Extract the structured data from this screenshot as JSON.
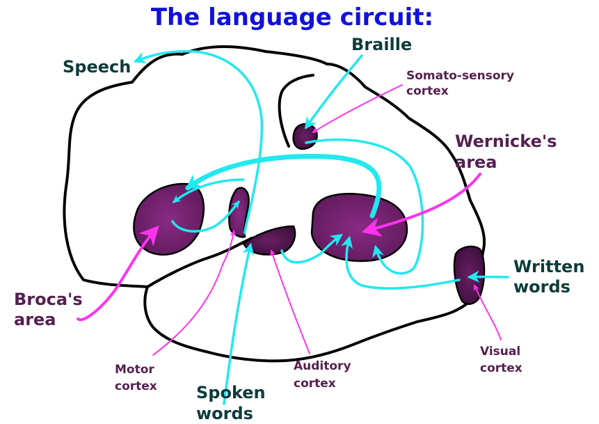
{
  "title": "The language circuit:",
  "labels": {
    "speech": "Speech",
    "braille": "Braille",
    "somato_sensory_line1": "Somato-sensory",
    "somato_sensory_line2": "cortex",
    "wernicke_line1": "Wernicke's",
    "wernicke_line2": "area",
    "broca_line1": "Broca's",
    "broca_line2": "area",
    "written_line1": "Written",
    "written_line2": "words",
    "motor_line1": "Motor",
    "motor_line2": "cortex",
    "spoken_line1": "Spoken",
    "spoken_line2": "words",
    "auditory_line1": "Auditory",
    "auditory_line2": "cortex",
    "visual_line1": "Visual",
    "visual_line2": "cortex"
  },
  "colors": {
    "title": "#1111dd",
    "dark_label": "#0e3b3b",
    "purple_label": "#55204f",
    "cyan_arrow": "#22e8f0",
    "magenta_arrow": "#ff33ee",
    "region_fill": "#6d1f6a"
  }
}
